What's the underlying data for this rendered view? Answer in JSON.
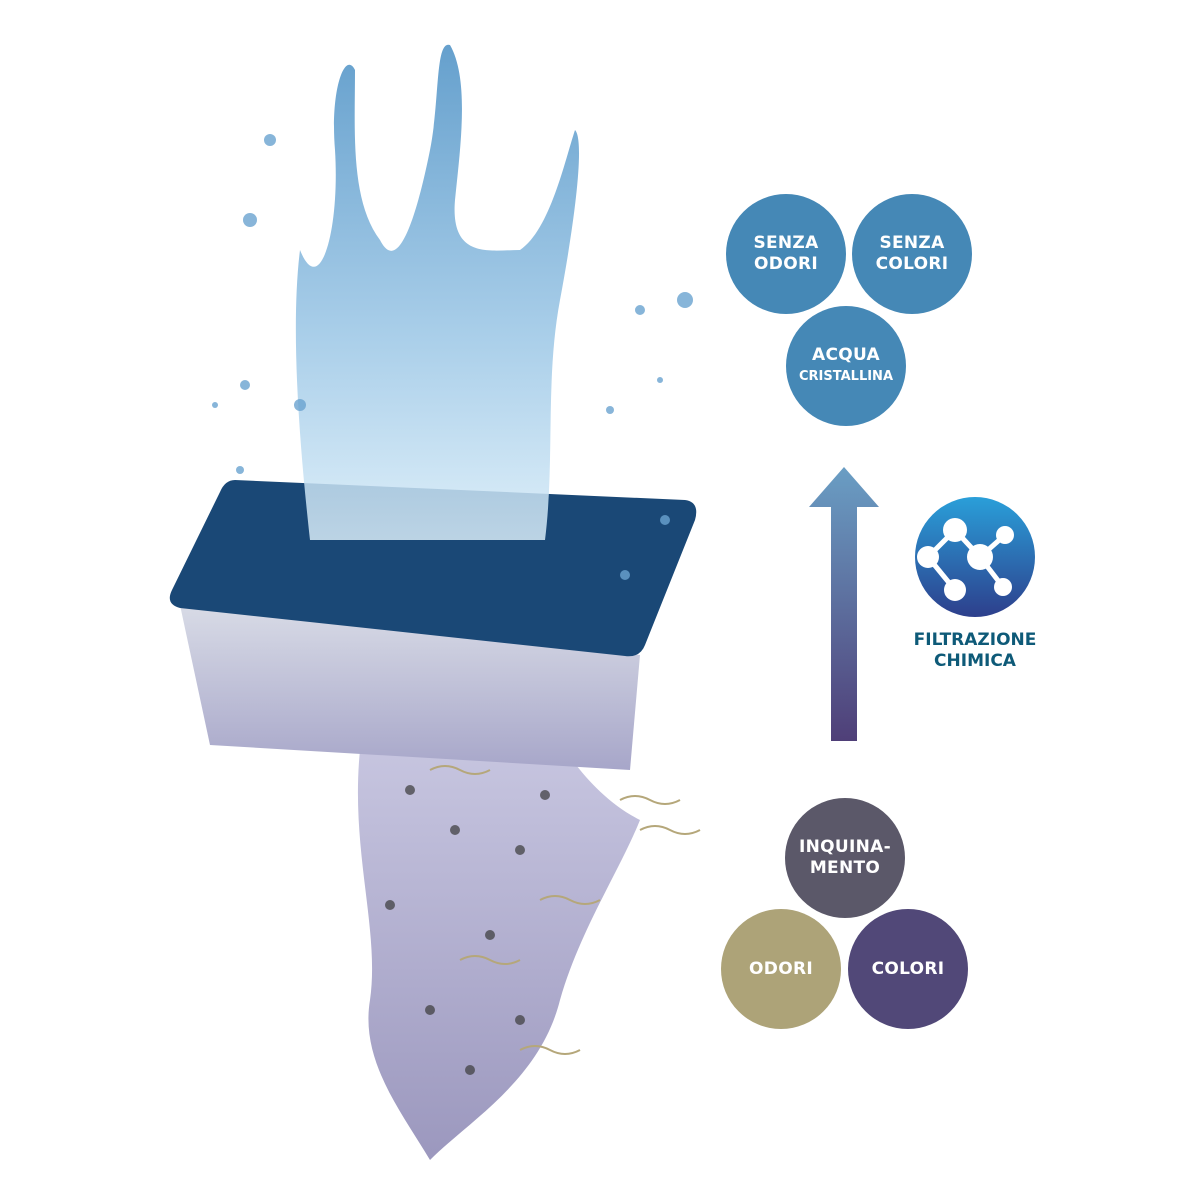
{
  "result_circles": [
    {
      "line1": "SENZA",
      "line2": "ODORI"
    },
    {
      "line1": "SENZA",
      "line2": "COLORI"
    },
    {
      "line1": "ACQUA",
      "line2": "CRISTALLINA"
    }
  ],
  "process": {
    "line1": "FILTRAZIONE",
    "line2": "CHIMICA"
  },
  "input_circles": [
    {
      "line1": "INQUINA-",
      "line2": "MENTO"
    },
    {
      "label": "ODORI"
    },
    {
      "label": "COLORI"
    }
  ],
  "colors": {
    "result_blue": "#4588b6",
    "pollution": "#5b5869",
    "odors": "#ada378",
    "colors": "#514878",
    "filter_top": "#1a4876",
    "label_teal": "#0e5a78"
  }
}
